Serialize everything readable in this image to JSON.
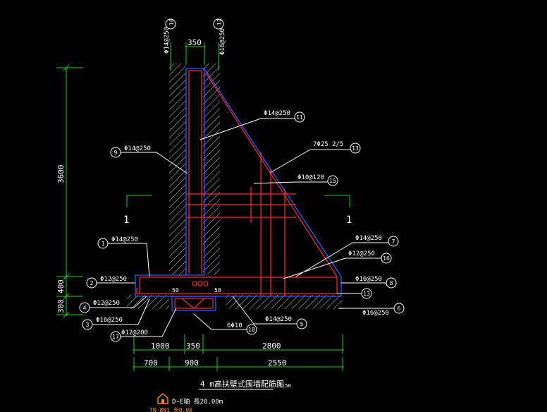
{
  "drawing": {
    "title": "4 m高扶壁式围墙配筋图",
    "scale": "1:50",
    "section_mark": "1",
    "footer_line1": "D~E轴 長20.00m",
    "footer_line2": "7N 8N1 长0.00"
  },
  "dimensions": {
    "wall_top_width": "350",
    "height_total": "3600",
    "height_mid": "400",
    "height_bottom": "300",
    "bottom_row1": [
      "1000",
      "350",
      "2800"
    ],
    "bottom_row2": [
      "700",
      "900",
      "2550"
    ],
    "key_left": "50",
    "key_right": "50"
  },
  "callouts": {
    "c10": {
      "num": "10",
      "text": "Φ14@250"
    },
    "c12": {
      "num": "12",
      "text": "Φ16@250"
    },
    "c11": {
      "num": "11",
      "text": "Φ14@250"
    },
    "c9": {
      "num": "9",
      "text": "Φ14@250"
    },
    "c13": {
      "num": "13",
      "text": "7Φ25  2/5"
    },
    "c15": {
      "num": "15",
      "text": "Φ10@120"
    },
    "c1": {
      "num": "1",
      "text": "Φ14@250"
    },
    "c7": {
      "num": "7",
      "text": "Φ14@250"
    },
    "c16": {
      "num": "16",
      "text": "Φ12@250"
    },
    "c2": {
      "num": "2",
      "text": "Φ12@250"
    },
    "c8": {
      "num": "8",
      "text": "Φ16@250"
    },
    "c13b": {
      "num": "13",
      "text": ""
    },
    "c4": {
      "num": "4",
      "text": "Φ12@250"
    },
    "c6": {
      "num": "6",
      "text": "Φ16@250"
    },
    "c3": {
      "num": "3",
      "text": "Φ16@250"
    },
    "c5": {
      "num": "5",
      "text": "Φ14@250"
    },
    "c17": {
      "num": "17",
      "text": "Φ12@200"
    },
    "c18": {
      "num": "18",
      "text": "6Φ10"
    }
  },
  "colors": {
    "background": "#000000",
    "outline": "#2a5cff",
    "rebar": "#ff2a2a",
    "dimension": "#19d419",
    "hatch": "#e0e0e0",
    "callout": "#ffffff",
    "icon_accent": "#ff8c1a"
  }
}
